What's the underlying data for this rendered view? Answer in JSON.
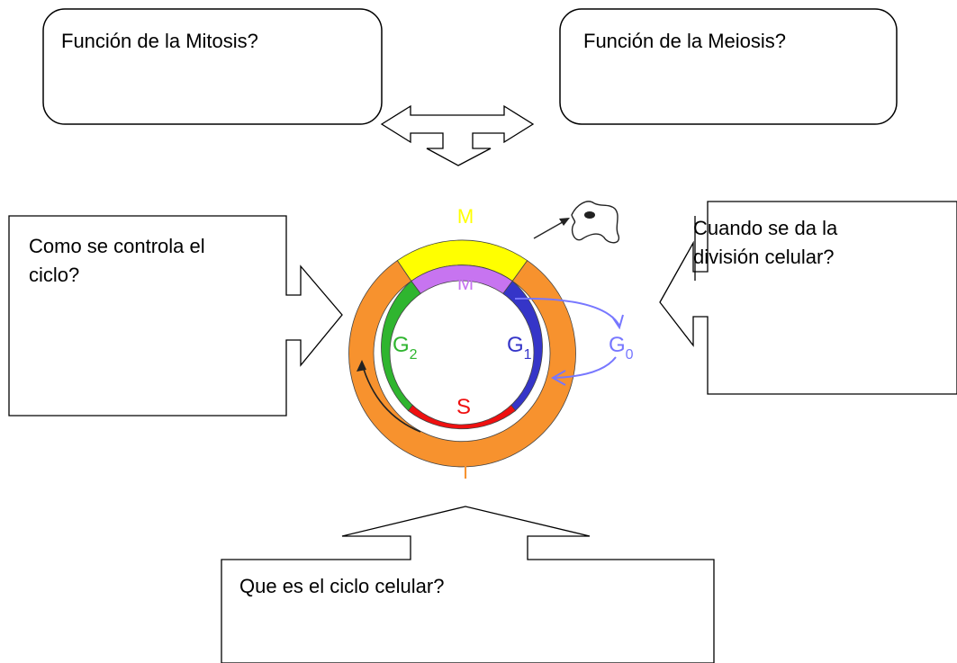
{
  "boxes": {
    "mitosis": "Función de la Mitosis?",
    "meiosis": "Función de la Meiosis?",
    "control_line1": "Como se controla el",
    "control_line2": "ciclo?",
    "division_line1": "Cuando se da la",
    "division_line2": "división celular?",
    "cycle": "Que es el ciclo celular?"
  },
  "cycle_diagram": {
    "outer_top": "M",
    "inner_top": "M",
    "left": "G",
    "left_sub": "2",
    "right": "G",
    "right_sub": "1",
    "bottom": "S",
    "side": "G",
    "side_sub": "0",
    "outer_bottom": "I"
  },
  "colors": {
    "interphase": "#f7922e",
    "m_outer": "#ffff00",
    "m_inner": "#c774f0",
    "g1": "#3535c8",
    "g2": "#2fb52f",
    "s": "#ef1010",
    "g0": "#7777ff"
  }
}
